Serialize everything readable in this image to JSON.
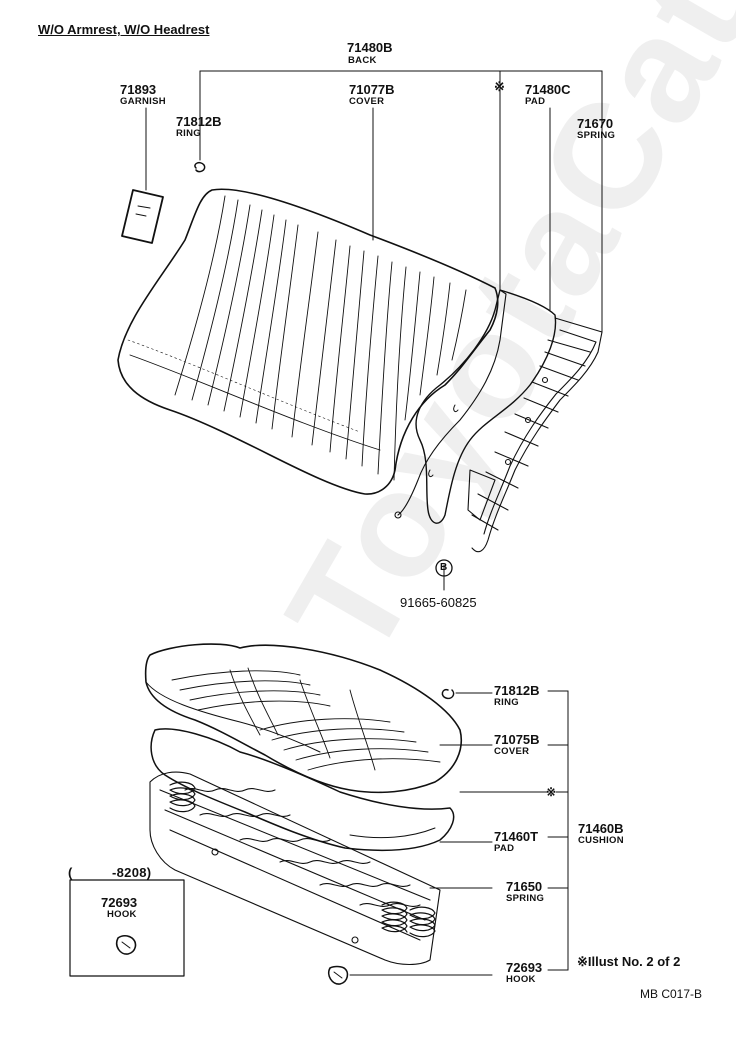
{
  "title": "W/O Armrest, W/O Headrest",
  "watermark": "ToyotaCatalog.ru",
  "drawing_code": "MB C017-B",
  "illust_note": "※Illust No. 2 of 2",
  "asterisk": "※",
  "back_group": {
    "number": "71480B",
    "name": "BACK"
  },
  "cushion_group": {
    "number": "71460B",
    "name": "CUSHION"
  },
  "parts": {
    "garnish": {
      "number": "71893",
      "name": "GARNISH"
    },
    "back_ring": {
      "number": "71812B",
      "name": "RING"
    },
    "back_cover": {
      "number": "71077B",
      "name": "COVER"
    },
    "back_pad": {
      "number": "71480C",
      "name": "PAD"
    },
    "back_spring": {
      "number": "71670",
      "name": "SPRING"
    },
    "bolt": {
      "number": "91665-60825",
      "symbol": "B"
    },
    "cushion_ring": {
      "number": "71812B",
      "name": "RING"
    },
    "cushion_cover": {
      "number": "71075B",
      "name": "COVER"
    },
    "cushion_pad": {
      "number": "71460T",
      "name": "PAD"
    },
    "cushion_spring": {
      "number": "71650",
      "name": "SPRING"
    },
    "hook": {
      "number": "72693",
      "name": "HOOK"
    },
    "inset_hook": {
      "range": "(      -8208)",
      "number": "72693",
      "name": "HOOK"
    }
  }
}
